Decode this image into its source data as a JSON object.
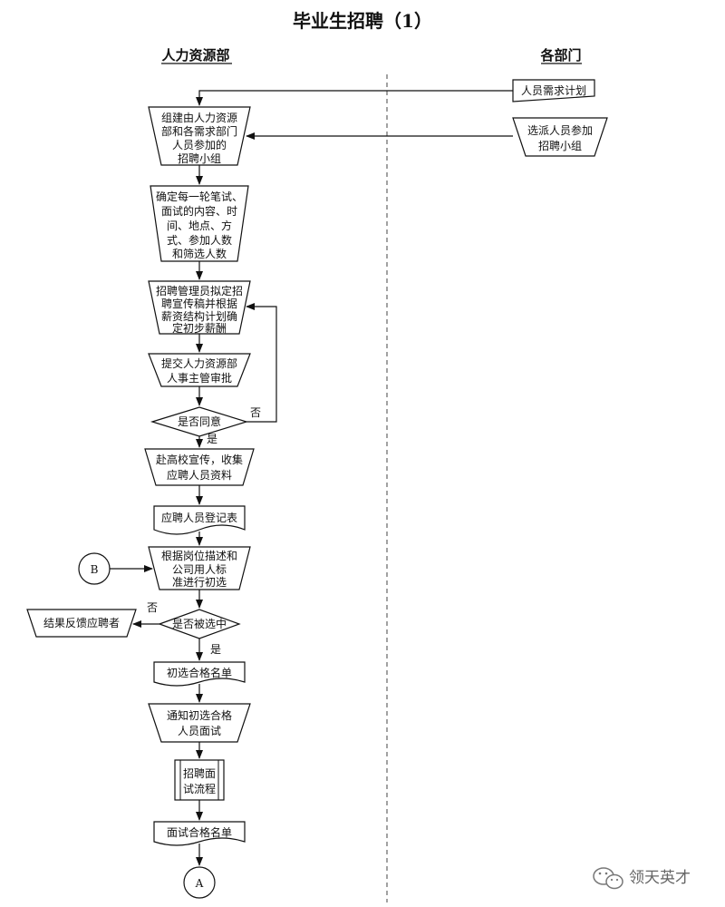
{
  "title": "毕业生招聘（1）",
  "lanes": {
    "left": "人力资源部",
    "right": "各部门"
  },
  "nodes": {
    "dept_need": "人员需求计划",
    "dept_send": "选派人员参加招聘小组",
    "n1": "组建由人力资源部和各需求部门人员参加的招聘小组",
    "n2": "确定每一轮笔试、面试的内容、时间、地点、方式、参加人数和筛选人数",
    "n3": "招聘管理员拟定招聘宣传稿并根据薪资结构计划确定初步薪酬",
    "n4": "提交人力资源部人事主管审批",
    "d1": "是否同意",
    "n5": "赴高校宣传，收集应聘人员资料",
    "n6": "应聘人员登记表",
    "n7": "根据岗位描述和公司用人标准进行初选",
    "d2": "是否被选中",
    "feedback": "结果反馈应聘者",
    "n8": "初选合格名单",
    "n9": "通知初选合格人员面试",
    "n10": "招聘面试流程",
    "n11": "面试合格名单",
    "conn_b": "B",
    "conn_a": "A"
  },
  "edge_labels": {
    "d1_no": "否",
    "d1_yes": "是",
    "d2_no": "否",
    "d2_yes": "是"
  },
  "watermark": "领天英才"
}
